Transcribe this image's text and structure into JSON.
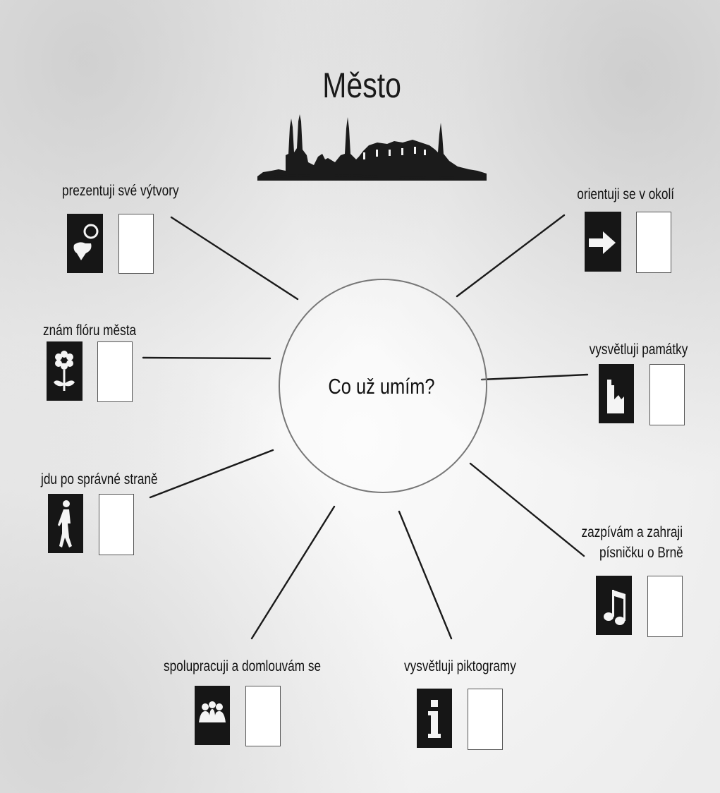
{
  "title": "Město",
  "center": "Co už umím?",
  "skills": [
    {
      "id": "prezentuji",
      "label": "prezentuji své výtvory",
      "icon": "presentation-icon"
    },
    {
      "id": "orientuji",
      "label": "orientuji se v okolí",
      "icon": "arrow-right-icon"
    },
    {
      "id": "floru",
      "label": "znám flóru města",
      "icon": "flower-icon"
    },
    {
      "id": "pamatky",
      "label": "vysvětluji památky",
      "icon": "castle-tower-icon"
    },
    {
      "id": "strane",
      "label": "jdu po správné straně",
      "icon": "pedestrian-icon"
    },
    {
      "id": "pisnicku",
      "label_lines": [
        "zazpívám a zahraji",
        "písničku o Brně"
      ],
      "icon": "music-note-icon"
    },
    {
      "id": "spolupracuji",
      "label": "spolupracuji a domlouvám se",
      "icon": "people-group-icon"
    },
    {
      "id": "piktogramy",
      "label": "vysvětluji piktogramy",
      "icon": "info-icon"
    }
  ],
  "colors": {
    "ink": "#111111",
    "tile": "#161616",
    "paper": "#f1f1f1"
  }
}
